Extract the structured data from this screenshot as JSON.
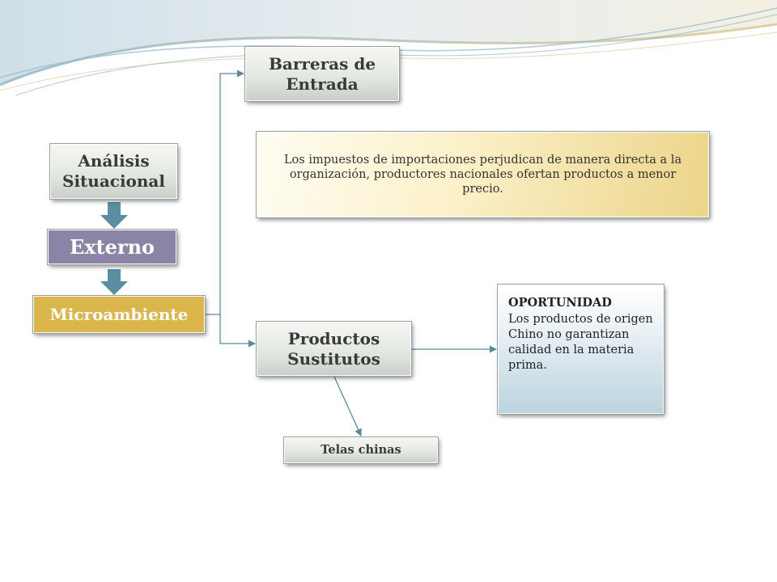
{
  "nodes": {
    "analisis": "Análisis Situacional",
    "externo": "Externo",
    "microambiente": "Microambiente",
    "barreras": "Barreras de Entrada",
    "impuestos": "Los impuestos de importaciones perjudican de manera directa a la organización, productores nacionales ofertan productos a menor precio.",
    "productos": "Productos Sustitutos",
    "telas": "Telas chinas",
    "oportunidad_title": "OPORTUNIDAD",
    "oportunidad_body": "Los productos de origen Chino no garantizan calidad en la materia prima."
  },
  "colors": {
    "externo": "#8b84a6",
    "microambiente": "#dbb64c",
    "connector": "#5a8a9a",
    "down_arrow": "#5b8ea3"
  }
}
